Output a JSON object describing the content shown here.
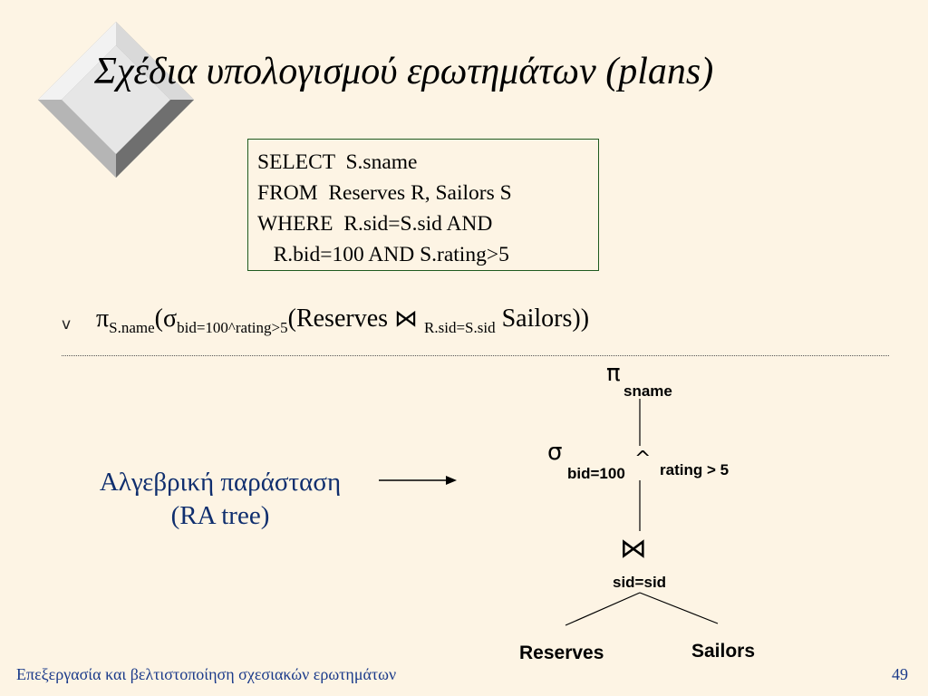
{
  "slide": {
    "title": "Σχέδια υπολογισμού ερωτημάτων (plans)",
    "sql": [
      "SELECT  S.sname",
      "FROM  Reserves R, Sailors S",
      "WHERE  R.sid=S.sid AND",
      "   R.bid=100 AND S.rating>5"
    ],
    "bullet_symbol": "v",
    "ra_expression": {
      "pi": "π",
      "pi_sub": "S.name",
      "open_sigma": "(σ",
      "sigma_sub": "bid=100^rating>5",
      "open_reserves": "(Reserves",
      "join_symbol": "⋈",
      "join_sub": "R.sid=S.sid",
      "sailors_close": "Sailors))"
    },
    "label_lines": [
      "Αλγεβρική παράσταση",
      "(RA tree)"
    ],
    "tree": {
      "pi_symbol": "π",
      "pi_label": "sname",
      "sigma_symbol": "σ",
      "sigma_label_left": "bid=100",
      "and_symbol": "^",
      "sigma_label_right": "rating > 5",
      "join_symbol": "⋈",
      "join_label": "sid=sid",
      "left_leaf": "Reserves",
      "right_leaf": "Sailors"
    },
    "footer": "Επεξεργασία και βελτιστοποίηση σχεσιακών ερωτημάτων",
    "page_number": "49"
  }
}
